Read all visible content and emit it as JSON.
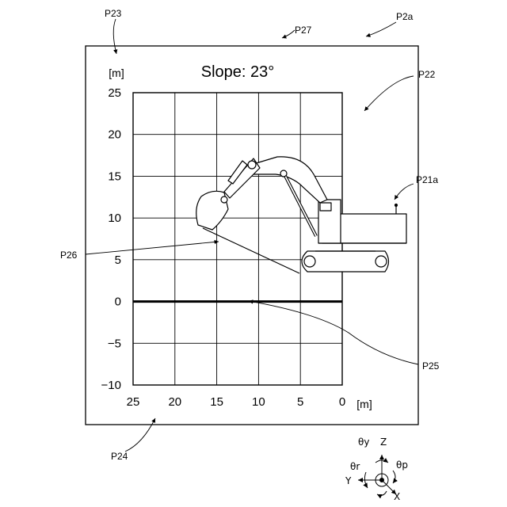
{
  "screen": {
    "title": "Slope: 23°",
    "y_unit": "[m]",
    "x_unit": "[m]"
  },
  "refs": {
    "p2a": "P2a",
    "p23": "P23",
    "p27": "P27",
    "p22": "P22",
    "p21a": "P21a",
    "p26": "P26",
    "p25": "P25",
    "p24": "P24"
  },
  "axes_icon": {
    "theta_y": "θy",
    "z": "Z",
    "theta_r": "θr",
    "theta_p": "θp",
    "y": "Y",
    "x": "X"
  },
  "chart_data": {
    "type": "line",
    "title": "Slope: 23°",
    "xlabel": "[m]",
    "ylabel": "[m]",
    "xlim": [
      25,
      0
    ],
    "ylim": [
      -10,
      25
    ],
    "x_ticks": [
      "25",
      "20",
      "15",
      "10",
      "5",
      "0"
    ],
    "y_ticks": [
      "25",
      "20",
      "15",
      "10",
      "5",
      "0",
      "−5",
      "−10"
    ],
    "grid": true,
    "series": [
      {
        "x": [
          25,
          0
        ],
        "y": [
          0,
          0
        ]
      }
    ]
  }
}
